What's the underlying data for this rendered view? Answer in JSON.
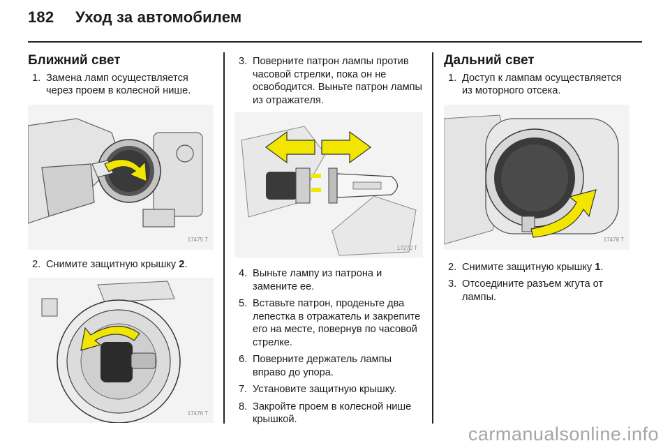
{
  "header": {
    "page_number": "182",
    "section_title": "Уход за автомобилем"
  },
  "col1": {
    "heading": "Ближний свет",
    "steps": [
      {
        "num": "1.",
        "text": "Замена ламп осуществляется через проем в колесной нише."
      },
      {
        "num": "2.",
        "text_before": "Снимите защитную крышку ",
        "bold": "2",
        "text_after": "."
      }
    ],
    "fig1_code": "17475 T",
    "fig2_code": "17476 T"
  },
  "col2": {
    "steps": [
      {
        "num": "3.",
        "text": "Поверните патрон лампы против часовой стрелки, пока он не освободится. Выньте патрон лампы из отражателя."
      },
      {
        "num": "4.",
        "text": "Выньте лампу из патрона и замените ее."
      },
      {
        "num": "5.",
        "text": "Вставьте патрон, проденьте два лепестка в отражатель и закрепите его на месте, повернув по часовой стрелке."
      },
      {
        "num": "6.",
        "text": "Поверните держатель лампы вправо до упора."
      },
      {
        "num": "7.",
        "text": "Установите защитную крышку."
      },
      {
        "num": "8.",
        "text": "Закройте проем в колесной нише крышкой."
      }
    ],
    "fig_code": "17270 T"
  },
  "col3": {
    "heading": "Дальний свет",
    "steps": [
      {
        "num": "1.",
        "text": "Доступ к лампам осуществляется из моторного отсека."
      },
      {
        "num": "2.",
        "text_before": "Снимите защитную крышку ",
        "bold": "1",
        "text_after": "."
      },
      {
        "num": "3.",
        "text": "Отсоедините разъем жгута от лампы."
      }
    ],
    "fig_code": "17478 T"
  },
  "watermark": "carmanualsonline.info",
  "colors": {
    "arrow_yellow": "#f2e600",
    "arrow_outline": "#333333",
    "figure_bg": "#f3f3f3"
  }
}
